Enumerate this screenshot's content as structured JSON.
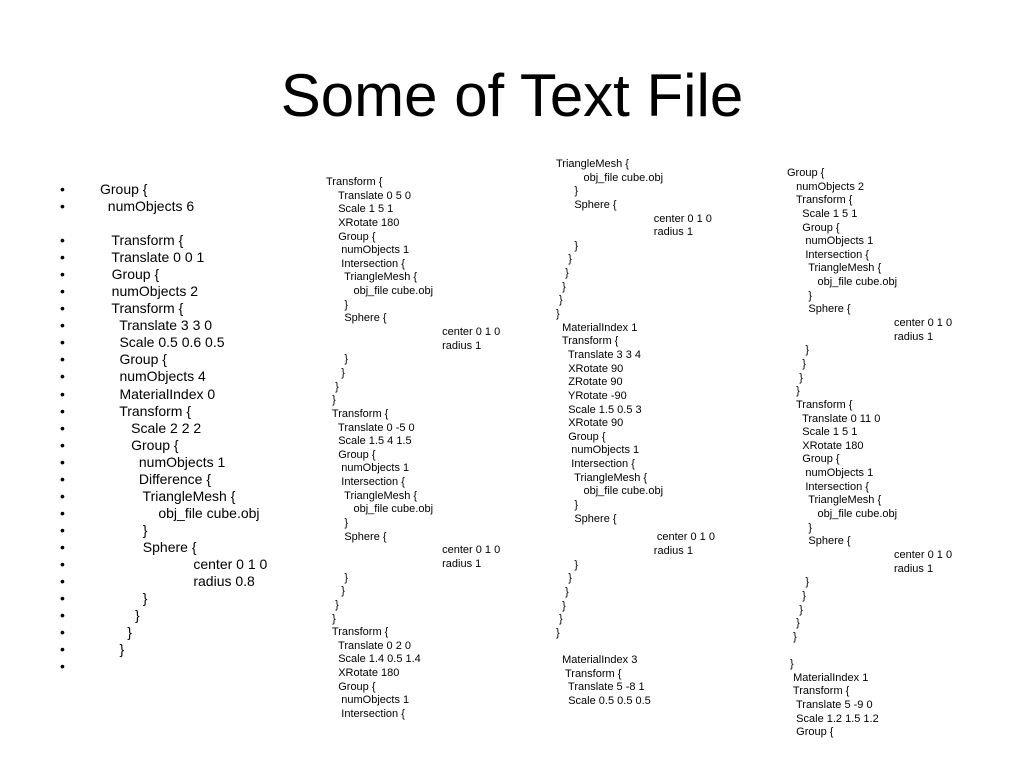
{
  "slide": {
    "title": "Some of Text File",
    "bullet_symbol": "•",
    "bullets": [
      "Group {",
      "  numObjects 6",
      "   Transform {",
      "   Translate 0 0 1",
      "   Group {",
      "   numObjects 2",
      "   Transform {",
      "     Translate 3 3 0",
      "     Scale 0.5 0.6 0.5",
      "     Group {",
      "     numObjects 4",
      "     MaterialIndex 0",
      "     Transform {",
      "        Scale 2 2 2",
      "        Group {",
      "          numObjects 1",
      "          Difference {",
      "           TriangleMesh {",
      "               obj_file cube.obj",
      "           }",
      "           Sphere {",
      "                        center 0 1 0",
      "                        radius 0.8",
      "           }",
      "         }",
      "       }",
      "     }",
      ""
    ],
    "column1": [
      "Transform {",
      "    Translate 0 5 0",
      "    Scale 1 5 1",
      "    XRotate 180",
      "    Group {",
      "     numObjects 1",
      "     Intersection {",
      "      TriangleMesh {",
      "         obj_file cube.obj",
      "      }",
      "      Sphere {",
      "                                      center 0 1 0",
      "                                      radius 1",
      "      }",
      "     }",
      "   }",
      "  }",
      "  Transform {",
      "    Translate 0 -5 0",
      "    Scale 1.5 4 1.5",
      "    Group {",
      "     numObjects 1",
      "     Intersection {",
      "      TriangleMesh {",
      "         obj_file cube.obj",
      "      }",
      "      Sphere {",
      "                                      center 0 1 0",
      "                                      radius 1",
      "      }",
      "     }",
      "   }",
      "  }",
      "  Transform {",
      "    Translate 0 2 0",
      "    Scale 1.4 0.5 1.4",
      "    XRotate 180",
      "    Group {",
      "     numObjects 1",
      "     Intersection {"
    ],
    "column2": [
      "TriangleMesh {",
      "         obj_file cube.obj",
      "      }",
      "      Sphere {",
      "                                center 0 1 0",
      "                                radius 1",
      "      }",
      "    }",
      "   }",
      "  }",
      " }",
      "}",
      "  MaterialIndex 1",
      "  Transform {",
      "    Translate 3 3 4",
      "    XRotate 90",
      "    ZRotate 90",
      "    YRotate -90",
      "    Scale 1.5 0.5 3",
      "    XRotate 90",
      "    Group {",
      "     numObjects 1",
      "     Intersection {",
      "      TriangleMesh {",
      "         obj_file cube.obj",
      "      }",
      "      Sphere {",
      "                                 center 0 1 0",
      "                                radius 1",
      "      }",
      "    }",
      "   }",
      "  }",
      " }",
      "}",
      "  MaterialIndex 3",
      "   Transform {",
      "    Translate 5 -8 1",
      "    Scale 0.5 0.5 0.5"
    ],
    "column3": [
      "Group {",
      "   numObjects 2",
      "   Transform {",
      "     Scale 1 5 1",
      "     Group {",
      "      numObjects 1",
      "      Intersection {",
      "       TriangleMesh {",
      "          obj_file cube.obj",
      "       }",
      "       Sphere {",
      "                                   center 0 1 0",
      "                                   radius 1",
      "      }",
      "     }",
      "    }",
      "   }",
      "   Transform {",
      "     Translate 0 11 0",
      "     Scale 1 5 1",
      "     XRotate 180",
      "     Group {",
      "      numObjects 1",
      "      Intersection {",
      "       TriangleMesh {",
      "          obj_file cube.obj",
      "       }",
      "       Sphere {",
      "                                   center 0 1 0",
      "                                   radius 1",
      "      }",
      "     }",
      "    }",
      "   }",
      "  }",
      " }",
      "  MaterialIndex 1",
      "  Transform {",
      "   Translate 5 -9 0",
      "   Scale 1.2 1.5 1.2",
      "   Group {"
    ]
  }
}
